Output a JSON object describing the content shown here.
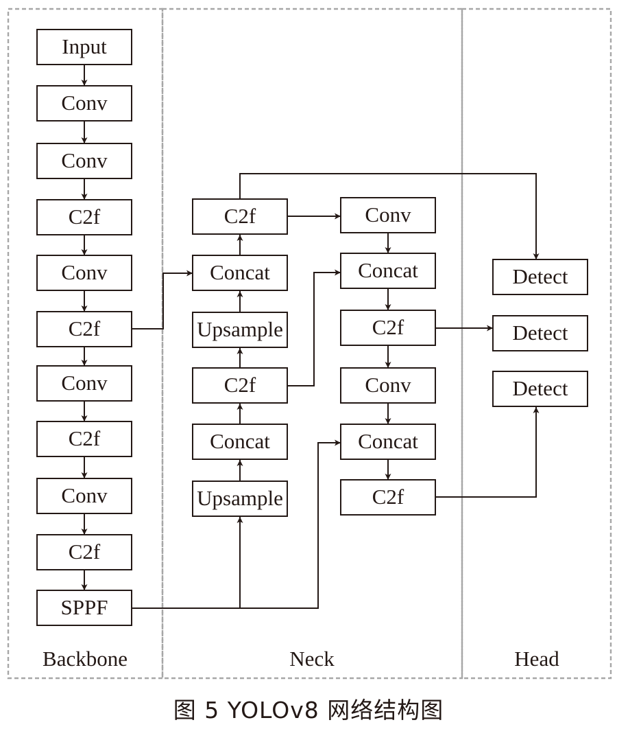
{
  "sections": {
    "backbone": "Backbone",
    "neck": "Neck",
    "head": "Head"
  },
  "backbone": [
    "Input",
    "Conv",
    "Conv",
    "C2f",
    "Conv",
    "C2f",
    "Conv",
    "C2f",
    "Conv",
    "C2f",
    "SPPF"
  ],
  "neck_left": [
    "C2f",
    "Concat",
    "Upsample",
    "C2f",
    "Concat",
    "Upsample"
  ],
  "neck_right": [
    "Conv",
    "Concat",
    "C2f",
    "Conv",
    "Concat",
    "C2f"
  ],
  "head": [
    "Detect",
    "Detect",
    "Detect"
  ],
  "caption": "图 5   YOLOv8 网络结构图",
  "colors": {
    "line": "#231815",
    "border": "#a7a7a7"
  }
}
